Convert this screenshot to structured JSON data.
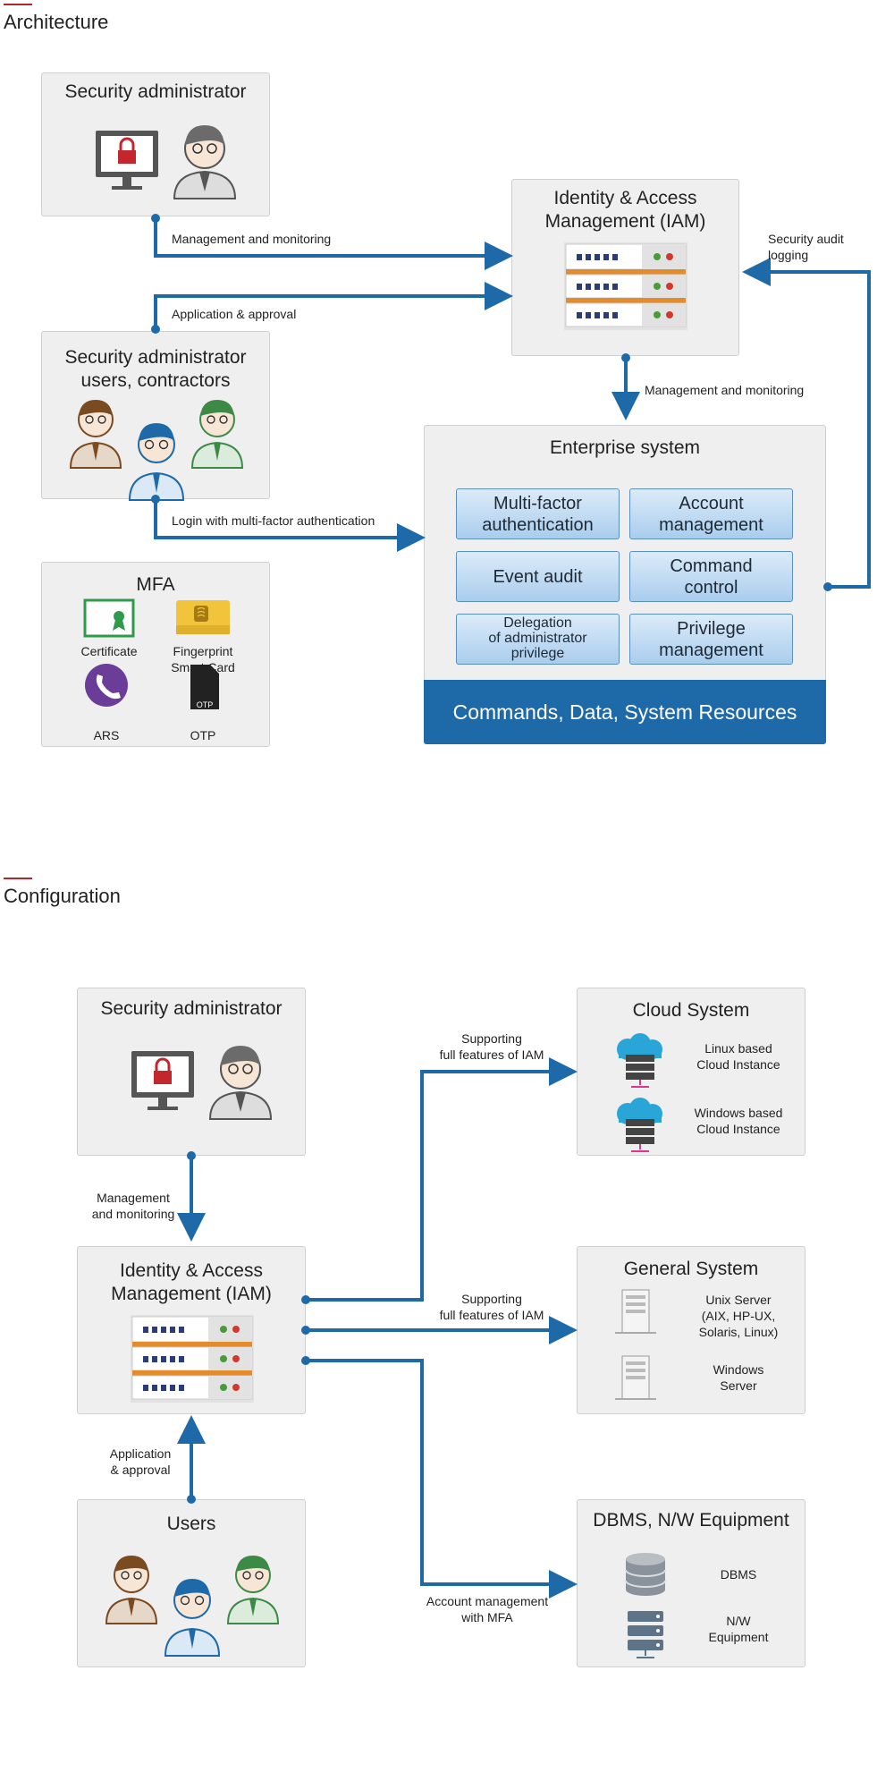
{
  "sections": {
    "architecture": "Architecture",
    "configuration": "Configuration"
  },
  "arch": {
    "security_admin": "Security administrator",
    "iam_line1": "Identity & Access",
    "iam_line2": "Management (IAM)",
    "users_line1": "Security administrator",
    "users_line2": "users, contractors",
    "mfa_title": "MFA",
    "mfa_items": {
      "certificate": "Certificate",
      "fingerprint_1": "Fingerprint",
      "fingerprint_2": "Smart Card",
      "ars": "ARS",
      "otp": "OTP",
      "otp_glyph": "OTP"
    },
    "enterprise_title": "Enterprise system",
    "enterprise_items": {
      "mfa_1": "Multi-factor",
      "mfa_2": "authentication",
      "acct_1": "Account",
      "acct_2": "management",
      "event": "Event audit",
      "cmd_1": "Command",
      "cmd_2": "control",
      "del_1": "Delegation",
      "del_2": "of administrator",
      "del_3": "privilege",
      "priv_1": "Privilege",
      "priv_2": "management"
    },
    "resources": "Commands, Data, System Resources",
    "labels": {
      "mgmt1": "Management and monitoring",
      "app": "Application & approval",
      "login": "Login with multi-factor authentication",
      "audit_1": "Security audit",
      "audit_2": "logging",
      "mgmt2": "Management and monitoring"
    }
  },
  "config": {
    "security_admin": "Security administrator",
    "iam_line1": "Identity & Access",
    "iam_line2": "Management (IAM)",
    "users": "Users",
    "cloud_title": "Cloud System",
    "cloud_items": {
      "linux_1": "Linux based",
      "linux_2": "Cloud Instance",
      "win_1": "Windows based",
      "win_2": "Cloud Instance"
    },
    "general_title": "General System",
    "general_items": {
      "unix_1": "Unix Server",
      "unix_2": "(AIX, HP-UX,",
      "unix_3": "Solaris, Linux)",
      "win_1": "Windows",
      "win_2": "Server"
    },
    "dbms_title": "DBMS, N/W Equipment",
    "dbms_items": {
      "dbms": "DBMS",
      "nw_1": "N/W",
      "nw_2": "Equipment"
    },
    "labels": {
      "mgmt_1": "Management",
      "mgmt_2": "and monitoring",
      "app_1": "Application",
      "app_2": "& approval",
      "sup1_1": "Supporting",
      "sup1_2": "full  features of IAM",
      "sup2_1": "Supporting",
      "sup2_2": "full  features of IAM",
      "acct_1": "Account management",
      "acct_2": "with MFA"
    }
  },
  "colors": {
    "arrow": "#1e6aa9",
    "accent_red": "#b3262c",
    "box_bg": "#efefef",
    "resource_bar": "#1e6aa9",
    "button_top": "#dcebf8",
    "button_bottom": "#a9cdee"
  }
}
